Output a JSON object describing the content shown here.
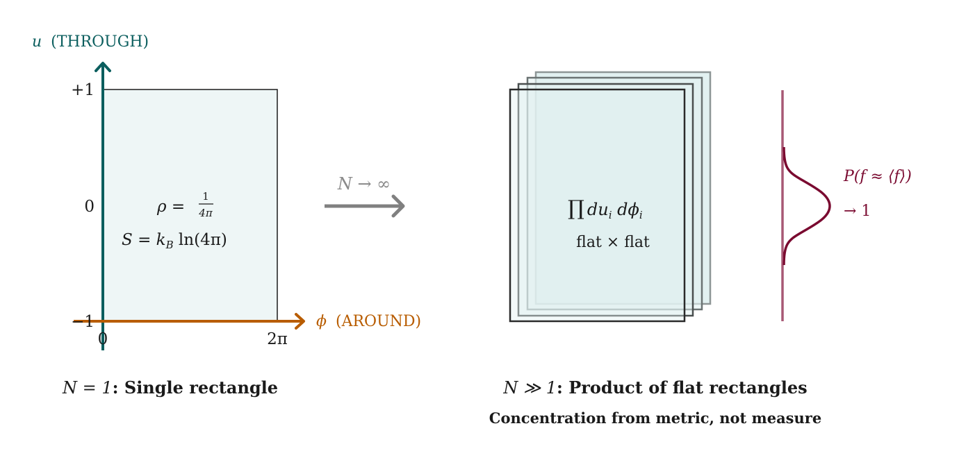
{
  "colors": {
    "teal": "#0b5e5e",
    "orange": "#b85c00",
    "gray": "#808080",
    "crimson": "#7a0a30",
    "rect_fill": "#eef6f6",
    "stack_fill": "#e2f1f1",
    "ink": "#1a1a1a"
  },
  "left_panel": {
    "u_axis_label_var": "u",
    "u_axis_label_text": "(THROUGH)",
    "phi_axis_label_var": "ϕ",
    "phi_axis_label_text": "(AROUND)",
    "u_ticks": [
      "+1",
      "0",
      "−1"
    ],
    "phi_ticks": [
      "0",
      "2π"
    ],
    "density_label": "ρ =",
    "density_num": "1",
    "density_den": "4π",
    "entropy_label": "S = k",
    "entropy_sub": "B",
    "entropy_rest": " ln(4π)",
    "caption_math": "N = 1",
    "caption_text": ": Single rectangle"
  },
  "transition": {
    "label": "N → ∞"
  },
  "right_panel": {
    "product_symbol": "∏",
    "product_expr": "du",
    "product_sub1": "i",
    "product_expr2": " dϕ",
    "product_sub2": "i",
    "flat_label": "flat × flat",
    "prob_line1": "P(f ≈ ⟨f⟩)",
    "prob_line2": "→ 1",
    "caption_math": "N ≫ 1",
    "caption_text": ": Product of flat rectangles",
    "subcaption": "Concentration from metric, not measure"
  }
}
